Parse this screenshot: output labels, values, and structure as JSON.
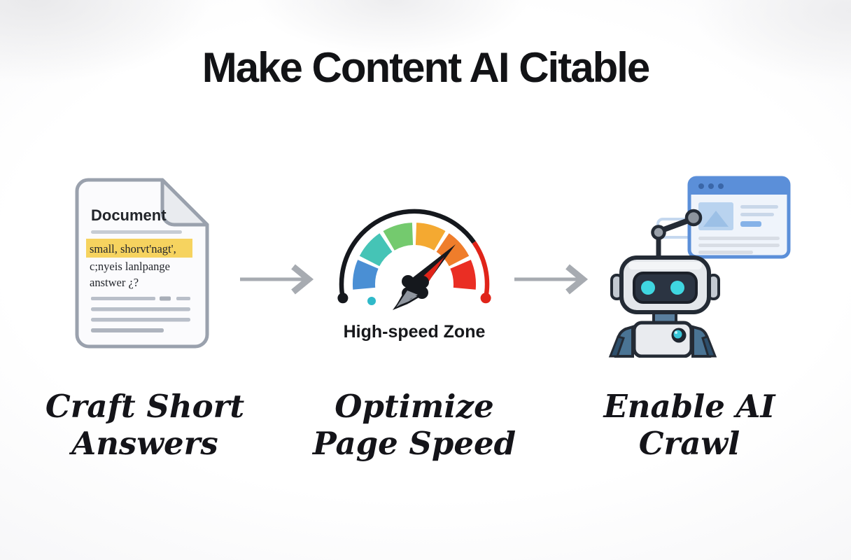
{
  "title": "Make Content AI Citable",
  "colors": {
    "highlight": "#f6d35f",
    "arrow": "#a7abb1",
    "gauge_segments": [
      "#4a8fd4",
      "#45c4b6",
      "#74ca6e",
      "#f4a931",
      "#ef7d2b",
      "#ea2e24"
    ],
    "gauge_arc_left": "#15181d",
    "gauge_arc_right": "#e02419",
    "robot_eye": "#3fd6e0",
    "browser_frame": "#5b8fd9"
  },
  "steps": [
    {
      "caption": [
        "Craft Short",
        "Answers"
      ],
      "document": {
        "header": "Document",
        "highlighted_line": "small, shorvt'nagt',",
        "line2": "c;nyeis lanlpange",
        "line3": "anstwer ¿?"
      }
    },
    {
      "caption": [
        "Optimize",
        "Page Speed"
      ],
      "gauge": {
        "label": "High-speed Zone"
      }
    },
    {
      "caption": [
        "Enable AI",
        "Crawl"
      ]
    }
  ]
}
